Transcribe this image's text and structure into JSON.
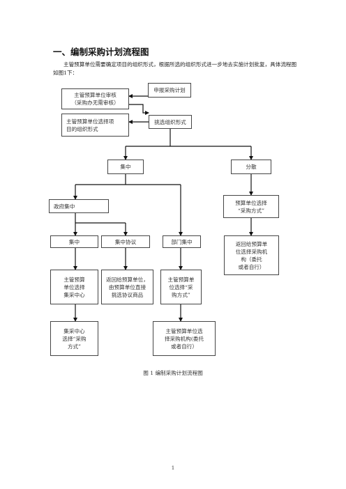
{
  "heading": "一、编制采购计划流程图",
  "intro": "主管预算单位需要确定项目的组织形式，根据所选的组织形式进一步地去实施计划批复，具体流程图如图1下：",
  "boxes": {
    "report_plan": "申报采购计划",
    "audit": "主管预算单位审核\n（采购办无需审核）",
    "choose_form": "主管预算单位选择项\n目的组织形式",
    "pick_form": "挑选组织形式",
    "centralized": "集中",
    "dispersed": "分散",
    "gov_centralized": "政府集中",
    "dispersed_choose": "预算单位选择\n“采购方式”",
    "central": "集中",
    "central_agreement": "集中协议",
    "dept_central": "部门集中",
    "return_agency": "返回给预算单\n位选择采购机\n构（委托\n或者自行）",
    "choose_center": "主管预算\n单位选择\n集采中心",
    "return_agreement": "返回给预算单位，\n由预算单位直接\n挑选协议商品",
    "dept_choose_method": "主管预算单\n位选择“采\n购方式”",
    "center_choose_method": "集采中心\n选择“采购\n方式”",
    "dept_choose_agency": "主管预算单位选\n择采购机构(委托\n或者自行）"
  },
  "caption": "图 1 编制采购计划流程图",
  "page_number": "1"
}
